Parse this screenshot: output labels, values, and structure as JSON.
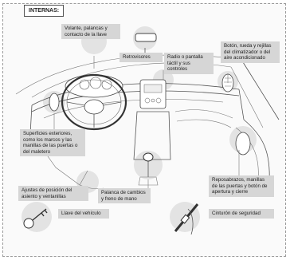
{
  "header": {
    "tag": "INTERNAS:"
  },
  "labels": {
    "volante": "Volante, palancas y contacto de la llave",
    "retrovisores": "Retrovisores",
    "radio": "Radio o pantalla táctil y sus controles",
    "climatizador": "Botón, rueda y rejillas del climatizador o del aire acondicionado",
    "superficies": "Superficies exteriores, como los marcos y las manillas de las puertas o del maletero",
    "reposabrazos": "Reposabrazos, manillas de las puertas y botón de apertura y cierre",
    "ajustes": "Ajustes de posición del asiento y ventanillas",
    "palanca": "Palanca de cambios y freno de mano",
    "llave": "Llave del vehículo",
    "cinturon": "Cinturón de seguridad"
  }
}
